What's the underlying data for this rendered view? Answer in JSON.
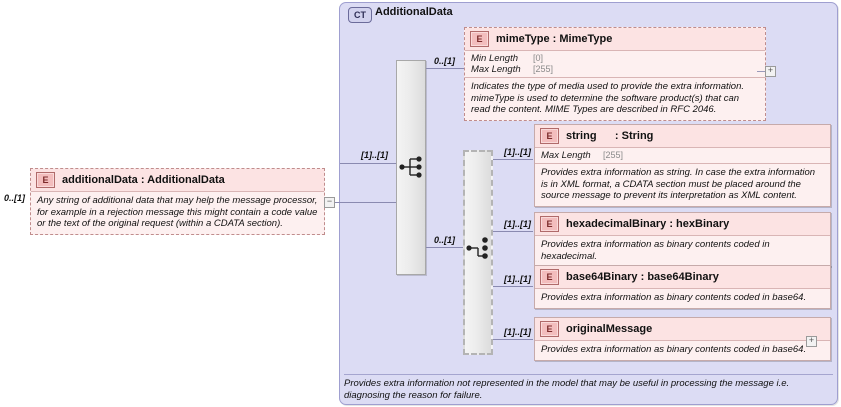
{
  "diagram": {
    "title": "AdditionalData",
    "kind_badge": "CT",
    "footer_doc": "Provides extra information not represented in the model that may be useful in processing the message i.e. diagnosing the reason for failure."
  },
  "root_element": {
    "badge": "E",
    "title": "additionalData : AdditionalData",
    "cardinality": "0..[1]",
    "documentation": "Any string of additional data that may help the message processor, for example in a rejection message this might contain a code value or the text of the original request (within a CDATA section).",
    "toggle": "−"
  },
  "compositors": [
    {
      "name": "sequence",
      "cardinality": "[1]..[1]",
      "style": "solid"
    },
    {
      "name": "choice",
      "cardinality": "0..[1]",
      "style": "dashed"
    }
  ],
  "elements": [
    {
      "badge": "E",
      "title": "mimeType : MimeType",
      "cardinality": "0..[1]",
      "border": "dashed",
      "facets": [
        {
          "name": "Min Length",
          "value": "[0]"
        },
        {
          "name": "Max Length",
          "value": "[255]"
        }
      ],
      "documentation": "Indicates the type of media used to provide the extra information. mimeType is used to determine the software product(s) that can read the content. MIME Types are described in RFC 2046.",
      "toggle": "+"
    },
    {
      "badge": "E",
      "title": "string      : String",
      "cardinality": "[1]..[1]",
      "border": "solid",
      "facets": [
        {
          "name": "Max Length",
          "value": "[255]"
        }
      ],
      "documentation": "Provides extra information as string. In case the extra information is in XML format, a CDATA section must be placed around the source message to prevent its interpretation as XML content.",
      "toggle": null
    },
    {
      "badge": "E",
      "title": "hexadecimalBinary : hexBinary",
      "cardinality": "[1]..[1]",
      "border": "solid",
      "facets": [],
      "documentation": "Provides extra information as binary contents coded in hexadecimal.",
      "toggle": null
    },
    {
      "badge": "E",
      "title": "base64Binary : base64Binary",
      "cardinality": "[1]..[1]",
      "border": "solid",
      "facets": [],
      "documentation": "Provides extra information as binary contents coded in base64.",
      "toggle": null
    },
    {
      "badge": "E",
      "title": "originalMessage",
      "cardinality": "[1]..[1]",
      "border": "solid",
      "facets": [],
      "documentation": "Provides extra information as binary contents coded in base64.",
      "toggle": "+"
    }
  ],
  "colors": {
    "element_fill": "#fdf0f0",
    "element_header": "#fce3e3",
    "container_fill": "#dcdcf4",
    "container_border": "#9f9fd0",
    "connector": "#8a8ab0"
  }
}
